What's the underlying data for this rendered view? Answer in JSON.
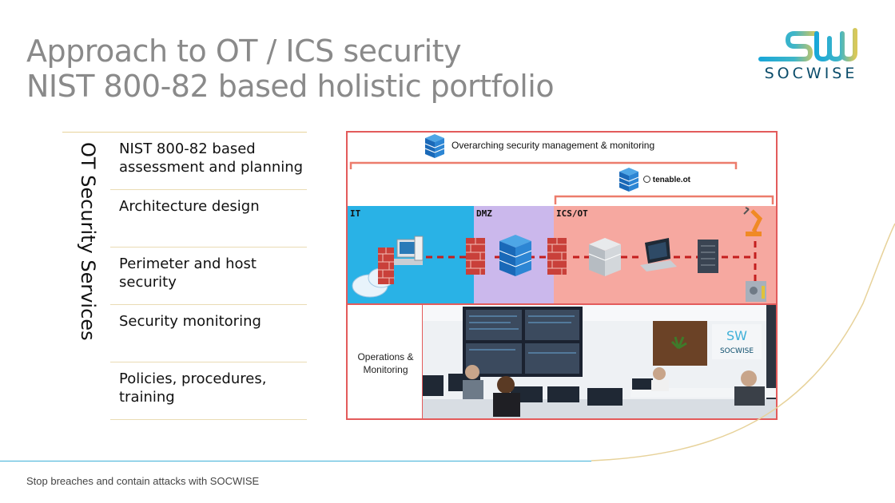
{
  "slide": {
    "title_line1": "Approach to OT / ICS security",
    "title_line2": "NIST 800-82 based holistic portfolio",
    "footer": "Stop breaches and contain attacks with SOCWISE"
  },
  "logo": {
    "text": "SOCWISE",
    "icon": "sw-logo-icon",
    "colors": [
      "#1aa7d8",
      "#d8c85a"
    ]
  },
  "services": {
    "vertical_label": "OT Security Services",
    "items": [
      {
        "line1": "NIST 800-82 based",
        "line2": "assessment and planning"
      },
      {
        "line1": "Architecture design",
        "line2": ""
      },
      {
        "line1": "Perimeter and host",
        "line2": "security"
      },
      {
        "line1": "Security monitoring",
        "line2": ""
      },
      {
        "line1": "Policies, procedures,",
        "line2": "training"
      }
    ]
  },
  "diagram": {
    "top_label": "Overarching security management & monitoring",
    "tenable_label": "tenable.ot",
    "zones": [
      {
        "label": "IT",
        "color": "#29b2e6"
      },
      {
        "label": "DMZ",
        "color": "#cbb8ec"
      },
      {
        "label": "ICS/OT",
        "color": "#f6a8a0"
      }
    ],
    "ops_label_line1": "Operations &",
    "ops_label_line2": "Monitoring",
    "soc_wall_text": "SOCWISE",
    "border_color": "#e35b5b"
  }
}
